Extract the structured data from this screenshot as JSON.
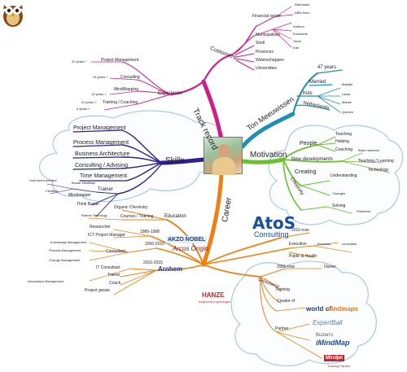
{
  "center": {
    "photo": "portrait-photo"
  },
  "colors": {
    "track_record": "#cc1f8a",
    "name": "#1f8fb5",
    "motivation": "#6cbf2f",
    "career": "#f07f14",
    "skills": "#2e1f8f",
    "cloud": "#a9c9e6"
  },
  "branches": {
    "track_record": {
      "label": "Track record"
    },
    "name": {
      "label": "Ton Meeuwissen"
    },
    "motivation": {
      "label": "Motivation"
    },
    "career": {
      "label": "Career"
    },
    "skills": {
      "label": "Skills"
    }
  },
  "nodes": {
    "customers": "Customers",
    "financial_sector": "Financial sector",
    "rabobank": "Rabobank",
    "abn_amro": "ABN Amro",
    "municipalities": "Municipalities",
    "amhem": "Amhem",
    "enschede": "Enschede",
    "shell": "Shell",
    "ede": "Ede",
    "provinces": "Provinces",
    "venlo": "Venlo",
    "waterschappen": "Waterschappen",
    "universities": "Universities",
    "experience": "Experience",
    "proj_mgmt_exp": "Project Management",
    "consulting": "Consulting",
    "mindmapping": "MindMapping",
    "training_coaching": "Training / Coaching",
    "years_22": "22 years +",
    "years_15": "15 years +",
    "years_10": "10 years +",
    "years_20": "20 years +",
    "years_6": "6 years +",
    "age": "47 years",
    "married": "Married",
    "kids": "Kids",
    "netherlands": "Netherlands",
    "kid1": "Maartje",
    "kid2": "Laura",
    "kid3": "Mauke",
    "kid4": "Quinten",
    "people": "People",
    "teaching": "Teaching",
    "helping": "Helping",
    "coaching_mot": "Coaching",
    "new_developments": "New developments",
    "brain_research": "Brain research",
    "teaching_learning": "Teaching / Learning",
    "technology": "Technology",
    "creating": "Creating",
    "creativity": "Creativity",
    "understanding": "Understanding",
    "changes": "Changes",
    "solving": "Solving",
    "problems": "Problems",
    "skill_pm": "Project Management",
    "skill_process": "Process Management",
    "skill_ba": "Business Architecture",
    "skill_consult": "Consulting / Advising",
    "skill_time": "Time Management",
    "trainer": "Trainer",
    "buzan_mindmap": "Buzan MindMap",
    "licensed_instructor": "Licensed Instructor",
    "certified": "Certified",
    "mindmapper": "Mindmapper",
    "think_buzan": "Think Buzan",
    "education": "Education",
    "organic_chem": "Organic Chemistry",
    "courses_training": "Courses / Training",
    "platform_tech": "Platform Technology",
    "researcher": "Researcher",
    "ict_pm": "ICT Project Manager",
    "knowledge_mgmt": "Knowledge Management",
    "process_mgmt": "Process Management",
    "change_mgmt": "Change Management",
    "info_mgmt": "Information Management",
    "consultant": "Consultant",
    "it_consultant": "IT Consultant",
    "trainer_c": "Trainer",
    "coach": "Coach",
    "project_greats": "Project greats",
    "y1986": "1986-1998",
    "y2000": "2000-2010",
    "y2010": "2010-2015",
    "y2011": "2011-now",
    "executive": "Executive",
    "public_health": "Public & Health",
    "business": "Business",
    "consultant_atos": "consultant",
    "y2005": "2005-now",
    "owner": "Owner",
    "consultance": "Consultance",
    "training": "Training",
    "creator_of": "Creator of",
    "partner": "Partner"
  },
  "logos": {
    "atos": "AtoS",
    "atos_sub": "Consulting",
    "akzo": "AKZO NOBEL",
    "arcos": "Arcos Origin",
    "arnhem": "Arnhem",
    "hanze": "HANZE",
    "hanze_sub": "hogeschool groningen",
    "wom": "world of",
    "wom2": "mindmaps",
    "expert": "ExpertBall",
    "imm1": "Buzan's",
    "imm2": "iMindMap",
    "mindjet": "Mindjet",
    "mindjet_sub": "Training Partner"
  }
}
